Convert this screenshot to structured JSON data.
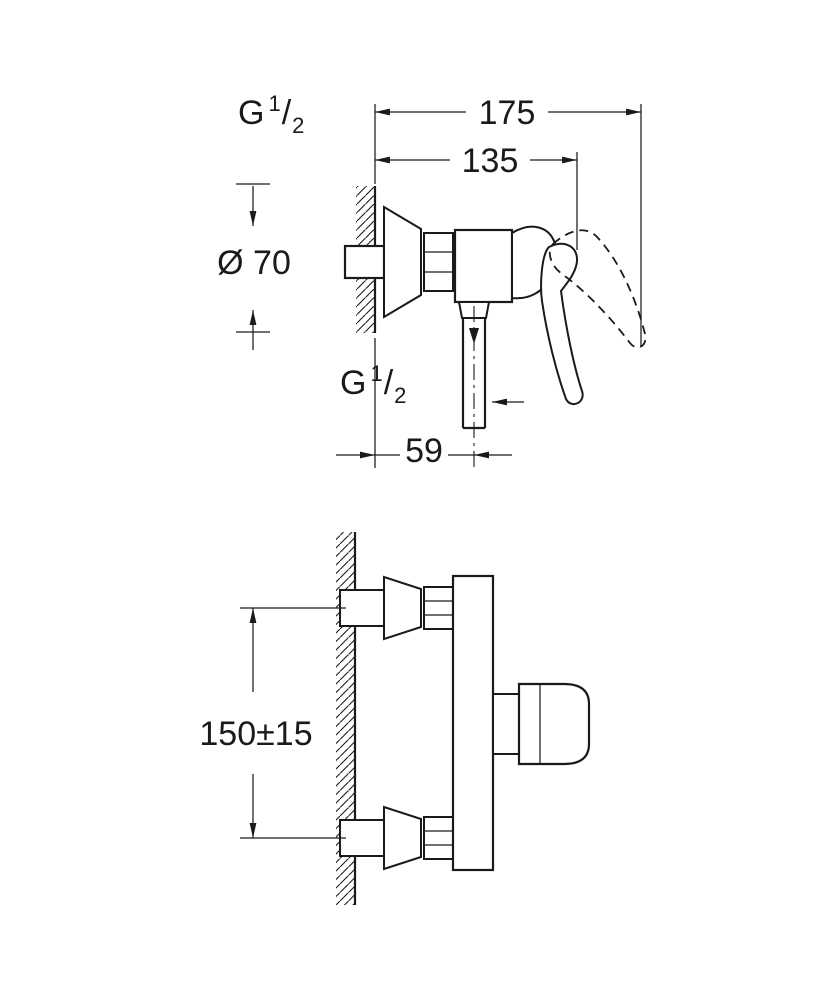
{
  "drawing": {
    "background": "#ffffff",
    "line_color": "#1a1a1a",
    "dims": {
      "total_depth": "175",
      "body_depth": "135",
      "escutcheon_diameter": "Ø 70",
      "outlet_offset": "59",
      "connection_spacing": "150±15"
    },
    "threads": {
      "inlet": {
        "base": "G",
        "numerator": "1",
        "slash": "/",
        "denominator": "2"
      },
      "outlet": {
        "base": "G",
        "numerator": "1",
        "slash": "/",
        "denominator": "2"
      }
    }
  }
}
